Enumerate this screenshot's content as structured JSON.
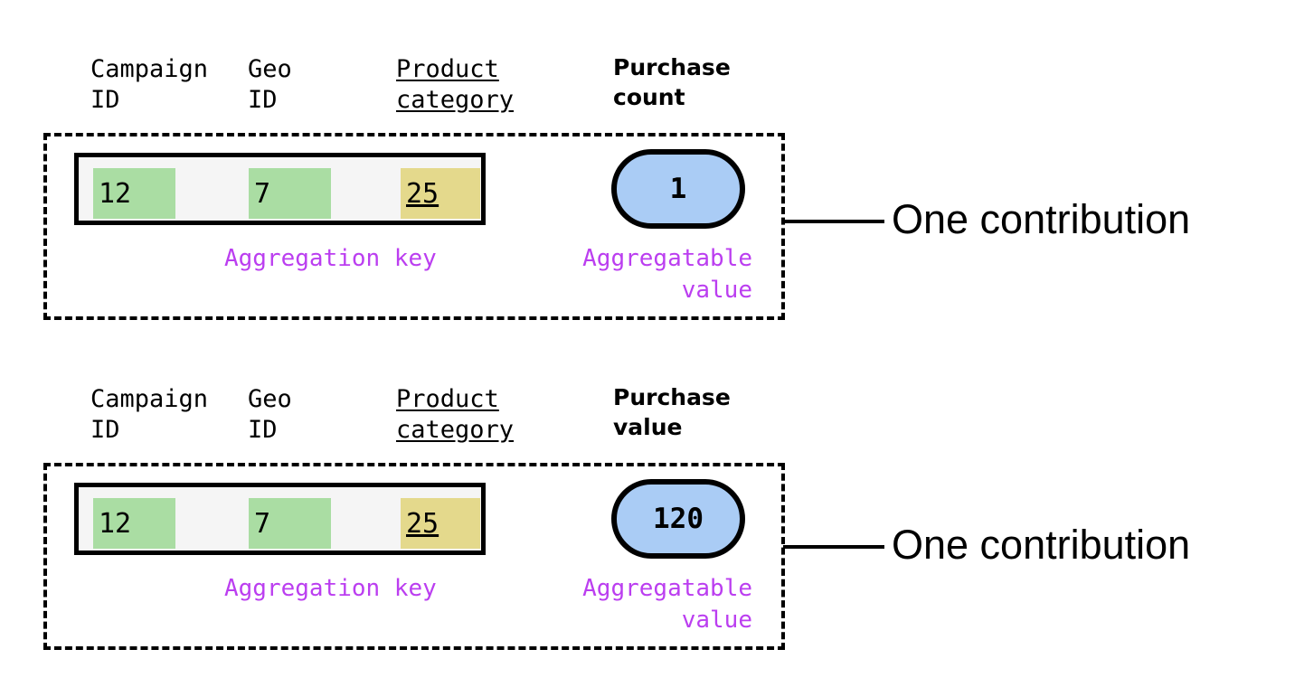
{
  "columns": {
    "campaign_id": "Campaign\nID",
    "geo_id": "Geo\nID",
    "product_category": "Product\ncategory"
  },
  "captions": {
    "aggregation_key": "Aggregation key",
    "aggregatable_value": "Aggregatable\nvalue"
  },
  "contribution_label": "One contribution",
  "colors": {
    "key_cell_green": "#aadda3",
    "key_cell_khaki": "#e4d98c",
    "value_pill_blue": "#aaccf5",
    "caption_purple": "#bb3ef0",
    "outline_black": "#000000",
    "key_box_background": "#f5f5f5"
  },
  "blocks": [
    {
      "value_header": "Purchase\ncount",
      "key_cells": [
        {
          "value": "12",
          "style": "green",
          "underlined": false
        },
        {
          "value": "7",
          "style": "green",
          "underlined": false
        },
        {
          "value": "25",
          "style": "khaki",
          "underlined": true
        }
      ],
      "aggregatable_value": "1"
    },
    {
      "value_header": "Purchase\nvalue",
      "key_cells": [
        {
          "value": "12",
          "style": "green",
          "underlined": false
        },
        {
          "value": "7",
          "style": "green",
          "underlined": false
        },
        {
          "value": "25",
          "style": "khaki",
          "underlined": true
        }
      ],
      "aggregatable_value": "120"
    }
  ]
}
